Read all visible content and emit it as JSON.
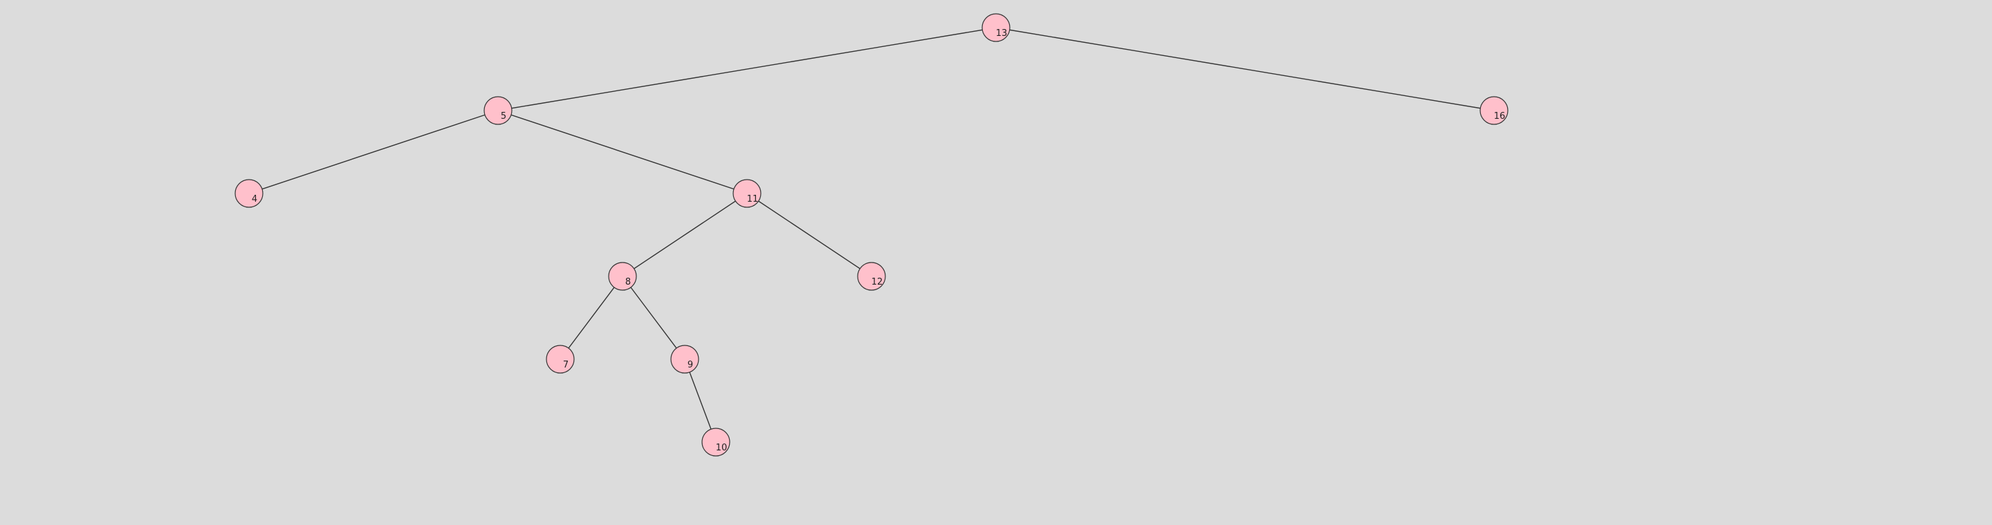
{
  "tree": {
    "node_color": "#ffc0cb",
    "edge_color": "#333333",
    "background": "#dcdcdc",
    "root": {
      "key": "13",
      "left": {
        "key": "5",
        "left": {
          "key": "4"
        },
        "right": {
          "key": "11",
          "left": {
            "key": "8",
            "left": {
              "key": "7"
            },
            "right": {
              "key": "9",
              "right": {
                "key": "10"
              }
            }
          },
          "right": {
            "key": "12"
          }
        }
      },
      "right": {
        "key": "16"
      }
    }
  }
}
